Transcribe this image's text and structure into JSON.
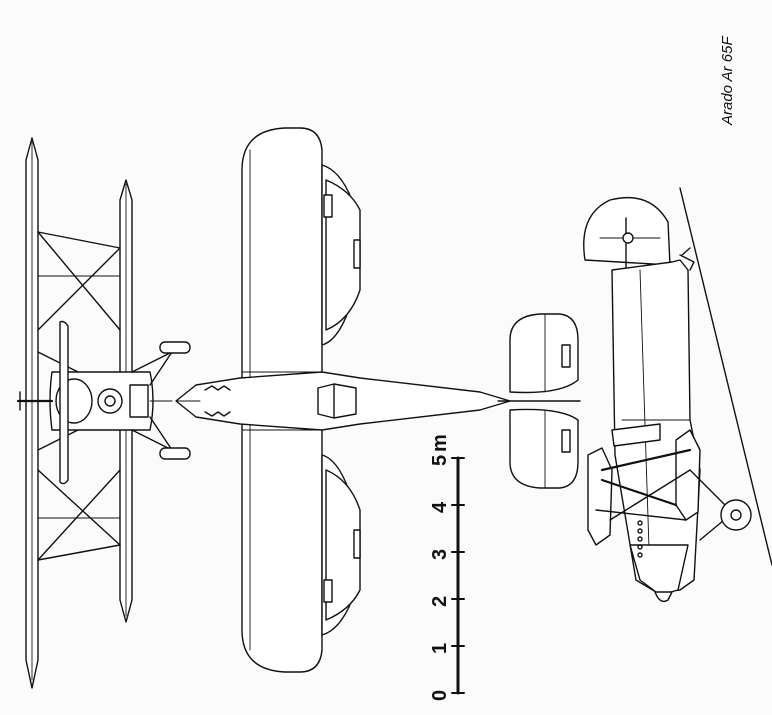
{
  "caption": "Arado Ar 65F",
  "scale_bar": {
    "unit": "m",
    "ticks": [
      "0",
      "1",
      "2",
      "3",
      "4",
      "5"
    ]
  }
}
